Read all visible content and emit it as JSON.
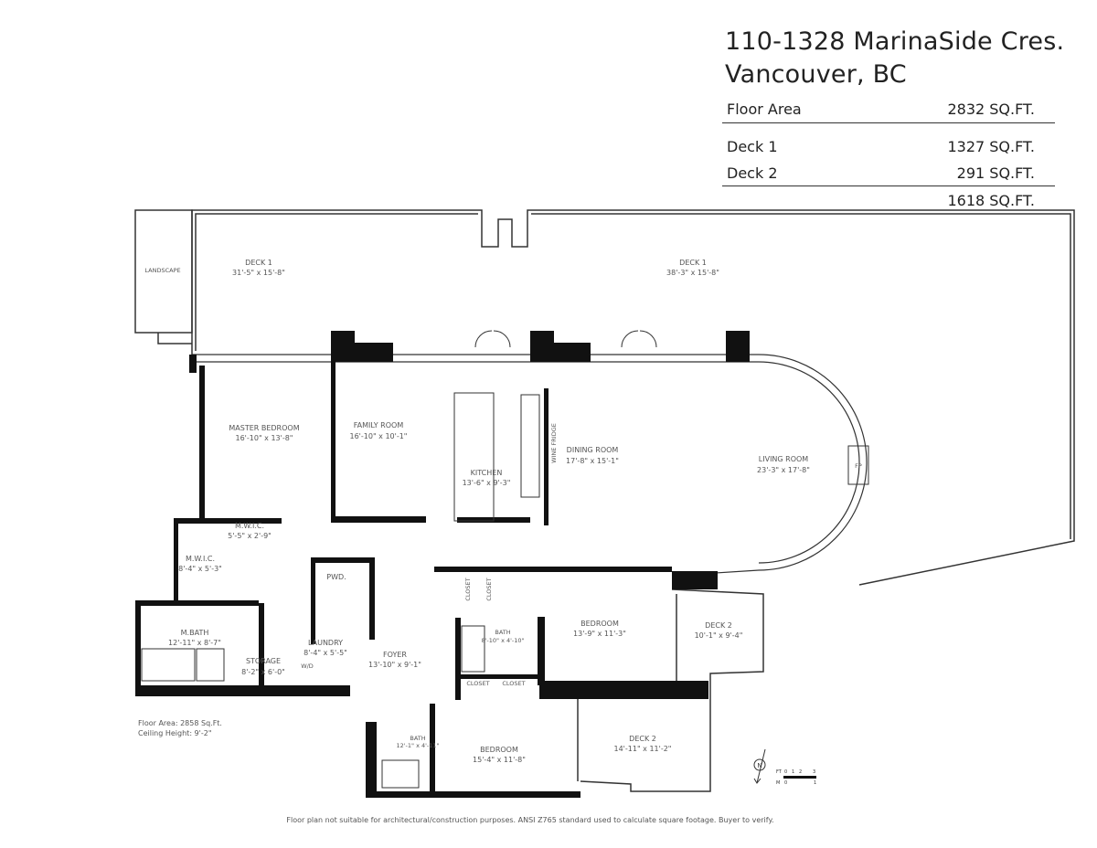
{
  "title": {
    "line1": "110-1328 MarinaSide Cres.",
    "line2": "Vancouver, BC"
  },
  "areas": {
    "floor_area": {
      "label": "Floor Area",
      "value": "2832 SQ.FT."
    },
    "deck1": {
      "label": "Deck 1",
      "value": "1327 SQ.FT."
    },
    "deck2": {
      "label": "Deck 2",
      "value": "291 SQ.FT."
    },
    "deck_total": {
      "value": "1618 SQ.FT."
    }
  },
  "rooms": {
    "landscape": {
      "name": "LANDSCAPE"
    },
    "deck1_left": {
      "name": "DECK 1",
      "dims": "31'-5\"  x 15'-8\""
    },
    "deck1_right": {
      "name": "DECK 1",
      "dims": "38'-3\"  x 15'-8\""
    },
    "master_bedroom": {
      "name": "MASTER BEDROOM",
      "dims": "16'-10\" x 13'-8\""
    },
    "family_room": {
      "name": "FAMILY ROOM",
      "dims": "16'-10\" x 10'-1\""
    },
    "kitchen": {
      "name": "KITCHEN",
      "dims": "13'-6\" x 9'-3\""
    },
    "wine_fridge": {
      "name": "WINE FRIDGE"
    },
    "dining_room": {
      "name": "DINING ROOM",
      "dims": "17'-8\"  x 15'-1\""
    },
    "living_room": {
      "name": "LIVING ROOM",
      "dims": "23'-3\"  x 17'-8\""
    },
    "fireplace": {
      "name": "FP"
    },
    "mwic_small": {
      "name": "M.W.I.C.",
      "dims": "5'-5\" x 2'-9\""
    },
    "mwic_large": {
      "name": "M.W.I.C.",
      "dims": "8'-4\"  x 5'-3\""
    },
    "powder": {
      "name": "PWD."
    },
    "master_bath": {
      "name": "M.BATH",
      "dims": "12'-11\" x 8'-7\""
    },
    "laundry": {
      "name": "LAUNDRY",
      "dims": "8'-4\" x 5'-5\""
    },
    "washer_dryer": {
      "name": "W/D"
    },
    "storage": {
      "name": "STORAGE",
      "dims": "8'-2\"  x 6'-0\""
    },
    "foyer": {
      "name": "FOYER",
      "dims": "13'-10\"  x  9'-1\""
    },
    "closet_a": {
      "name": "CLOSET"
    },
    "closet_b": {
      "name": "CLOSET"
    },
    "bath_2": {
      "name": "BATH",
      "dims": "8'-10\" x 4'-10\""
    },
    "bedroom_2": {
      "name": "BEDROOM",
      "dims": "13'-9\"  x  11'-3\""
    },
    "deck2_upper": {
      "name": "DECK  2",
      "dims": "10'-1\"  x  9'-4\""
    },
    "closet_c": {
      "name": "CLOSET"
    },
    "closet_d": {
      "name": "CLOSET"
    },
    "bath_3": {
      "name": "BATH",
      "dims": "12'-1\" x 4'-11\""
    },
    "bedroom_3": {
      "name": "BEDROOM",
      "dims": "15'-4\"  x  11'-8\""
    },
    "deck2_lower": {
      "name": "DECK 2",
      "dims": "14'-11\"  x  11'-2\""
    }
  },
  "notes": {
    "floor_area": "Floor Area: 2858 Sq.Ft.",
    "ceiling_height": "Ceiling Height: 9'-2\"",
    "disclaimer": "Floor plan not suitable for architectural/construction purposes. ANSI Z765 standard used to calculate square footage. Buyer to verify."
  },
  "compass": {
    "icon": "north-arrow-icon",
    "letter": "N"
  },
  "scale_bar": {
    "ft_label": "FT",
    "ft_ticks": [
      "0",
      "1",
      "2",
      "3"
    ],
    "m_label": "M",
    "m_ticks": [
      "0",
      "1"
    ]
  }
}
